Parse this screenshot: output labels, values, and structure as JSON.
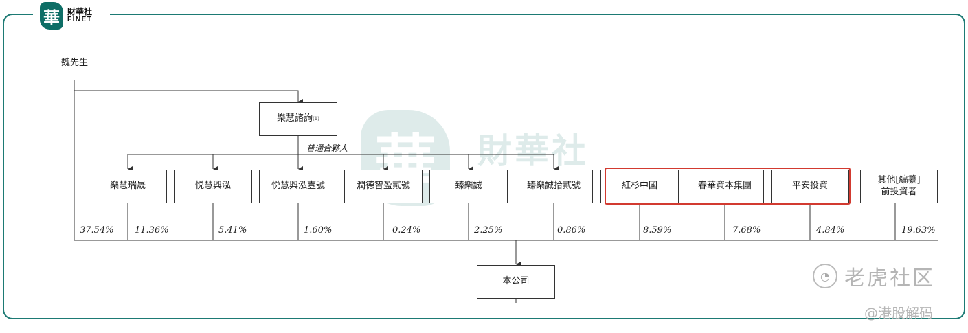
{
  "brand": {
    "mark": "華",
    "name_cn": "財華社",
    "name_en": "FINET"
  },
  "watermark": {
    "mark": "華",
    "name_cn": "財華社",
    "name_en": "FINET"
  },
  "nodes": {
    "mr_wei": "魏先生",
    "lehui": "樂慧諮詢",
    "lehui_note": "(1)",
    "company": "本公司"
  },
  "gp_label": "普通合夥人",
  "entities": [
    {
      "label": "樂慧瑞晟"
    },
    {
      "label": "悦慧興泓"
    },
    {
      "label": "悦慧興泓壹號"
    },
    {
      "label": "潤德智盈貳號"
    },
    {
      "label": "臻樂誠"
    },
    {
      "label": "臻樂誠拾貳號"
    },
    {
      "label": "紅杉中國"
    },
    {
      "label": "春華資本集團"
    },
    {
      "label": "平安投資"
    },
    {
      "label_line1": "其他[編纂]",
      "label_line2": "前投資者"
    }
  ],
  "percentages": [
    "37.54%",
    "11.36%",
    "5.41%",
    "1.60%",
    "0.24%",
    "2.25%",
    "0.86%",
    "8.59%",
    "7.68%",
    "4.84%",
    "19.63%"
  ],
  "overlay": {
    "icon": "◔",
    "name": "老虎社区",
    "handle": "@港股解码"
  },
  "colors": {
    "frame": "#1d7a74",
    "highlight": "#d23a30",
    "brand": "#0e6e66"
  }
}
